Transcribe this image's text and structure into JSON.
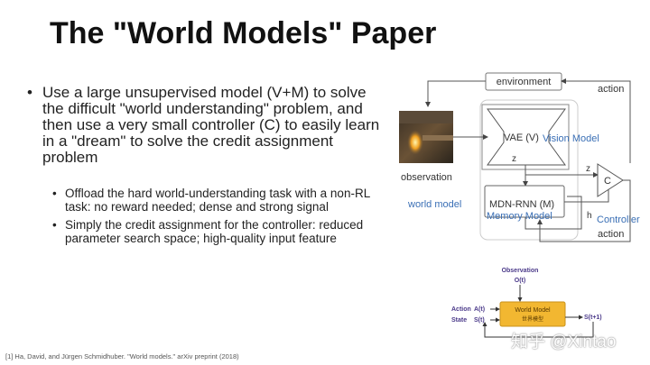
{
  "slide": {
    "title": "The \"World Models\" Paper",
    "main_bullet": "Use a large unsupervised model (V+M) to solve the difficult \"world understanding\" problem, and then use a very small controller (C) to easily learn in a \"dream\" to solve the credit assignment problem",
    "sub_bullets": [
      "Offload the hard world-understanding task with a non-RL task: no reward needed; dense and strong signal",
      "Simply the credit assignment for the controller: reduced parameter search space; high-quality input feature"
    ],
    "citation": "[1] Ha, David, and Jürgen Schmidhuber. \"World models.\" arXiv preprint (2018)"
  },
  "diagram": {
    "environment": "environment",
    "action_top": "action",
    "observation": "observation",
    "vae": "VAE (V)",
    "vision_model": "Vision Model",
    "z_vae": "z",
    "z_ctrl": "z",
    "world_model": "world model",
    "mdn": "MDN-RNN (M)",
    "memory_model": "Memory Model",
    "h": "h",
    "c": "C",
    "controller": "Controller",
    "action_bottom": "action",
    "label_color": "#3a6fb5"
  },
  "world_model_figure": {
    "observation": "Observation",
    "o_t": "O(t)",
    "action": "Action",
    "a_t": "A(t)",
    "state": "State",
    "s_t": "S(t)",
    "box_title": "World Model",
    "box_sub": "世界模型",
    "s_next": "S(t+1)",
    "box_color": "#f2b731"
  },
  "watermark": "知乎 @Xintao"
}
